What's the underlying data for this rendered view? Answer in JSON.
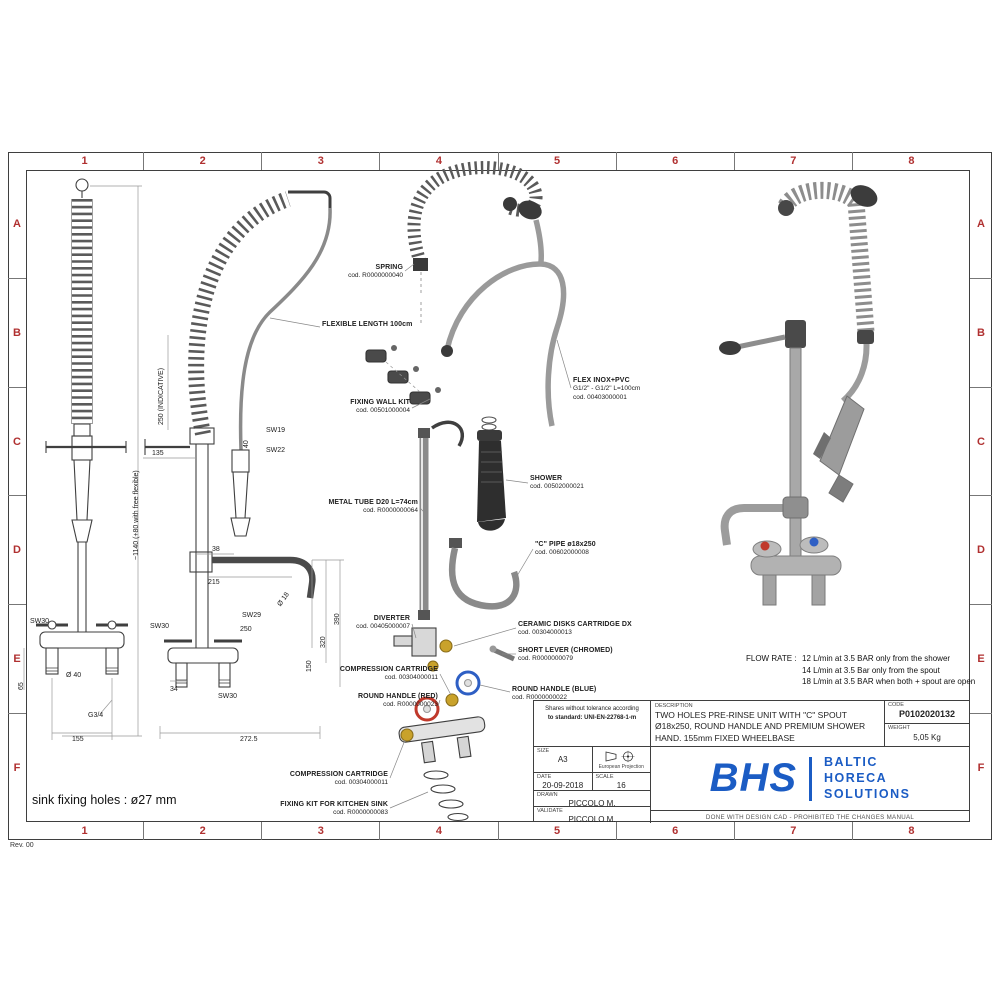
{
  "frame": {
    "columns": [
      "1",
      "2",
      "3",
      "4",
      "5",
      "6",
      "7",
      "8"
    ],
    "rows": [
      "A",
      "B",
      "C",
      "D",
      "E",
      "F"
    ],
    "rev": "Rev. 00"
  },
  "notes": {
    "sink_fixing": "sink fixing holes : ø27 mm"
  },
  "flow_rate": {
    "label": "FLOW RATE :",
    "lines": [
      "12 L/min at 3.5 BAR only from the shower",
      "14 L/min at 3.5 Bar only from the spout",
      "18 L/min at 3.5 BAR when both + spout are open"
    ]
  },
  "dims_front": {
    "height": "~1140 (+80 with free flexible)",
    "sw30": "SW30",
    "d65": "65",
    "dia40": "Ø 40",
    "g34": "G3/4",
    "d155": "155"
  },
  "dims_side": {
    "d250_ind": "250 (INDICATIVE)",
    "d40": "40",
    "sw19": "SW19",
    "sw22": "SW22",
    "d135": "135",
    "d38": "38",
    "d215": "215",
    "dia18": "Ø 18",
    "sw29": "SW29",
    "d250": "250",
    "sw30_top": "SW30",
    "d390": "390",
    "d320": "320",
    "d150": "150",
    "d34": "34",
    "sw30_bottom": "SW30",
    "d2725": "272.5"
  },
  "callouts": {
    "spring": {
      "label": "SPRING",
      "code": "cod. R0000000040"
    },
    "flexible_length": {
      "label": "FLEXIBLE LENGTH 100cm"
    },
    "fixing_wall_kit": {
      "label": "FIXING WALL KIT",
      "code": "cod. 00501000004"
    },
    "metal_tube": {
      "label": "METAL TUBE D20 L=74cm",
      "code": "cod. R0000000064"
    },
    "flex_inox": {
      "label": "FLEX INOX+PVC",
      "line2": "G1/2\" - G1/2\" L=100cm",
      "code": "cod. 00403000001"
    },
    "shower": {
      "label": "SHOWER",
      "code": "cod. 00502000021"
    },
    "c_pipe": {
      "label": "\"C\" PIPE ø18x250",
      "code": "cod. 00602000008"
    },
    "diverter": {
      "label": "DIVERTER",
      "code": "cod. 00405000007"
    },
    "ceramic_cartridge": {
      "label": "CERAMIC DISKS CARTRIDGE DX",
      "code": "cod. 00304000013"
    },
    "short_lever": {
      "label": "SHORT LEVER (CHROMED)",
      "code": "cod. R0000000079"
    },
    "compression_cartridge_1": {
      "label": "COMPRESSION CARTRIDGE",
      "code": "cod. 00304000011"
    },
    "round_handle_red": {
      "label": "ROUND HANDLE (RED)",
      "code": "cod. R0000000023"
    },
    "round_handle_blue": {
      "label": "ROUND HANDLE (BLUE)",
      "code": "cod. R0000000022"
    },
    "compression_cartridge_2": {
      "label": "COMPRESSION CARTRIDGE",
      "code": "cod. 00304000011"
    },
    "fixing_kit": {
      "label": "FIXING KIT FOR KITCHEN SINK",
      "code": "cod. R0000000083"
    }
  },
  "title_block": {
    "tolerance_line1": "Shares without tolerance according",
    "tolerance_line2": "to standard: UNI-EN-22768-1-m",
    "description_label": "DESCRIPTION",
    "description": "TWO HOLES PRE-RINSE UNIT WITH \"C\" SPOUT Ø18x250, ROUND HANDLE AND PREMIUM SHOWER HAND. 155mm FIXED WHEELBASE",
    "code_label": "CODE",
    "code": "P0102020132",
    "weight_label": "WEIGHT",
    "weight": "5,05 Kg",
    "size_label": "SIZE",
    "size": "A3",
    "projection_label": "European Projection",
    "date_label": "DATE",
    "date": "20-09-2018",
    "scale_label": "SCALE",
    "scale": "16",
    "drawn_label": "DRAWN",
    "drawn": "PICCOLO M.",
    "validate_label": "VALIDATE",
    "validate": "PICCOLO M.",
    "footer": "DONE WITH DESIGN CAD - PROHIBITED THE CHANGES MANUAL"
  },
  "logo": {
    "abbr": "BHS",
    "words": [
      "BALTIC",
      "HORECA",
      "SOLUTIONS"
    ],
    "color": "#1b5cc4"
  },
  "colors": {
    "grid_label": "#b03030",
    "handle_red": "#c0392b",
    "handle_blue": "#2e5fc4"
  }
}
